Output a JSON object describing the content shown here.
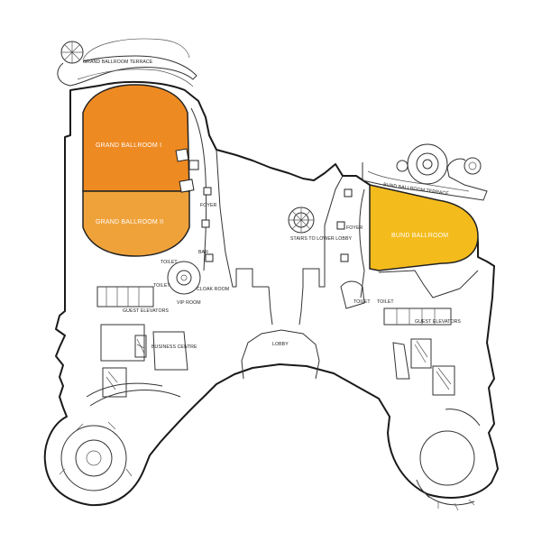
{
  "colors": {
    "grand_ballroom_1": "#ee8a22",
    "grand_ballroom_2": "#f0a23a",
    "bund_ballroom": "#f4bb1c",
    "walls": "#1a1a1a",
    "background": "#ffffff"
  },
  "rooms": {
    "grand_ballroom_1": "GRAND BALLROOM I",
    "grand_ballroom_2": "GRAND BALLROOM II",
    "bund_ballroom": "BUND BALLROOM"
  },
  "labels": {
    "grand_ballroom_terrace": "GRAND BALLROOM TERRACE",
    "bund_ballroom_terrace": "BUND BALLROOM TERRACE",
    "foyer_left": "FOYER",
    "foyer_right": "FOYER",
    "bar": "BAR",
    "toilet_left_1": "TOILET",
    "toilet_left_2": "TOILET",
    "cloak_room": "CLOAK ROOM",
    "vip_room": "VIP ROOM",
    "guest_elevators_left": "GUEST ELEVATORS",
    "business_centre": "BUSINESS CENTRE",
    "stairs": "STAIRS TO LOWER LOBBY",
    "lobby": "LOBBY",
    "toilet_right_1": "TOILET",
    "toilet_right_2": "TOILET",
    "guest_elevators_right": "GUEST ELEVATORS"
  }
}
